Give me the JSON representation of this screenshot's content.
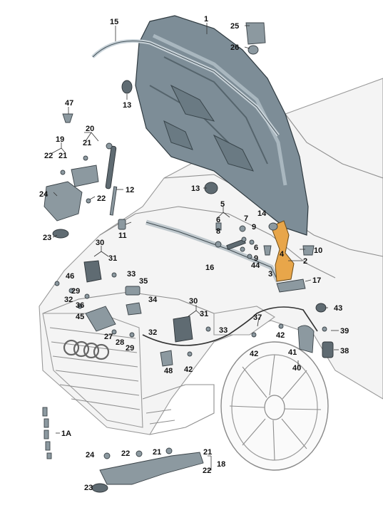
{
  "diagram": {
    "colors": {
      "accent_part": "#e8a64a",
      "part": "#8c99a0",
      "hood": "#7d8d97",
      "line": "#333333"
    },
    "callouts": [
      {
        "id": "c1",
        "text": "1"
      },
      {
        "id": "c2",
        "text": "2"
      },
      {
        "id": "c3",
        "text": "3"
      },
      {
        "id": "c4",
        "text": "4"
      },
      {
        "id": "c5",
        "text": "5"
      },
      {
        "id": "c6",
        "text": "6"
      },
      {
        "id": "c6b",
        "text": "6"
      },
      {
        "id": "c7",
        "text": "7"
      },
      {
        "id": "c8",
        "text": "8"
      },
      {
        "id": "c9",
        "text": "9"
      },
      {
        "id": "c9b",
        "text": "9"
      },
      {
        "id": "c10",
        "text": "10"
      },
      {
        "id": "c11",
        "text": "11"
      },
      {
        "id": "c12",
        "text": "12"
      },
      {
        "id": "c13a",
        "text": "13"
      },
      {
        "id": "c13b",
        "text": "13"
      },
      {
        "id": "c14",
        "text": "14"
      },
      {
        "id": "c15",
        "text": "15"
      },
      {
        "id": "c16",
        "text": "16"
      },
      {
        "id": "c17",
        "text": "17"
      },
      {
        "id": "c18",
        "text": "18"
      },
      {
        "id": "c19",
        "text": "19"
      },
      {
        "id": "c20",
        "text": "20"
      },
      {
        "id": "c21a",
        "text": "21"
      },
      {
        "id": "c21b",
        "text": "21"
      },
      {
        "id": "c21c",
        "text": "21"
      },
      {
        "id": "c21d",
        "text": "21"
      },
      {
        "id": "c22a",
        "text": "22"
      },
      {
        "id": "c22b",
        "text": "22"
      },
      {
        "id": "c22c",
        "text": "22"
      },
      {
        "id": "c22d",
        "text": "22"
      },
      {
        "id": "c23a",
        "text": "23"
      },
      {
        "id": "c23b",
        "text": "23"
      },
      {
        "id": "c24a",
        "text": "24"
      },
      {
        "id": "c24b",
        "text": "24"
      },
      {
        "id": "c25",
        "text": "25"
      },
      {
        "id": "c26",
        "text": "26"
      },
      {
        "id": "c27",
        "text": "27"
      },
      {
        "id": "c28",
        "text": "28"
      },
      {
        "id": "c29a",
        "text": "29"
      },
      {
        "id": "c29b",
        "text": "29"
      },
      {
        "id": "c30a",
        "text": "30"
      },
      {
        "id": "c30b",
        "text": "30"
      },
      {
        "id": "c31a",
        "text": "31"
      },
      {
        "id": "c31b",
        "text": "31"
      },
      {
        "id": "c32a",
        "text": "32"
      },
      {
        "id": "c32b",
        "text": "32"
      },
      {
        "id": "c33a",
        "text": "33"
      },
      {
        "id": "c33b",
        "text": "33"
      },
      {
        "id": "c34",
        "text": "34"
      },
      {
        "id": "c35",
        "text": "35"
      },
      {
        "id": "c36",
        "text": "36"
      },
      {
        "id": "c37",
        "text": "37"
      },
      {
        "id": "c38",
        "text": "38"
      },
      {
        "id": "c39",
        "text": "39"
      },
      {
        "id": "c40",
        "text": "40"
      },
      {
        "id": "c41",
        "text": "41"
      },
      {
        "id": "c42a",
        "text": "42"
      },
      {
        "id": "c42b",
        "text": "42"
      },
      {
        "id": "c42c",
        "text": "42"
      },
      {
        "id": "c43",
        "text": "43"
      },
      {
        "id": "c44",
        "text": "44"
      },
      {
        "id": "c45",
        "text": "45"
      },
      {
        "id": "c46",
        "text": "46"
      },
      {
        "id": "c47",
        "text": "47"
      },
      {
        "id": "c48",
        "text": "48"
      },
      {
        "id": "c1A",
        "text": "1A"
      }
    ]
  }
}
